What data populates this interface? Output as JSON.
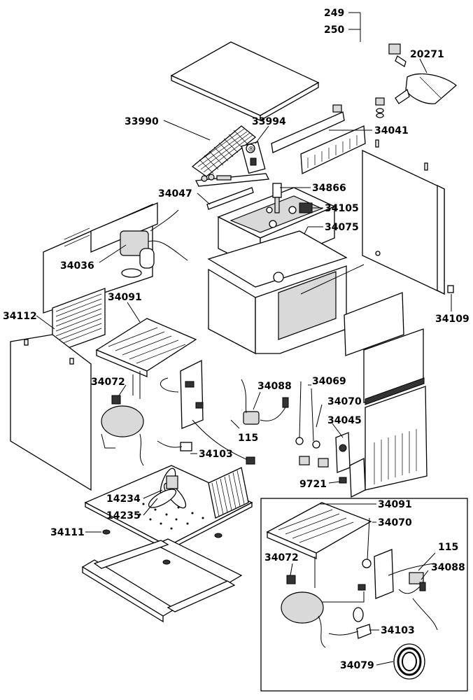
{
  "labels": {
    "l249": "249",
    "l250": "250",
    "l20271": "20271",
    "l33990": "33990",
    "l33994": "33994",
    "l34041": "34041",
    "l34047": "34047",
    "l34866": "34866",
    "l34105": "34105",
    "l34075": "34075",
    "l34036": "34036",
    "l34112": "34112",
    "l34091": "34091",
    "l34109": "34109",
    "l34072": "34072",
    "l34088": "34088",
    "l34069": "34069",
    "l34070": "34070",
    "l34045": "34045",
    "l115": "115",
    "l34103": "34103",
    "l9721": "9721",
    "l14234": "14234",
    "l14235": "14235",
    "l34111": "34111",
    "i34091": "34091",
    "i34070": "34070",
    "i115": "115",
    "i34072": "34072",
    "i34088": "34088",
    "i34103": "34103",
    "i34079": "34079"
  },
  "icons": [
    "registered-mark-icon"
  ]
}
